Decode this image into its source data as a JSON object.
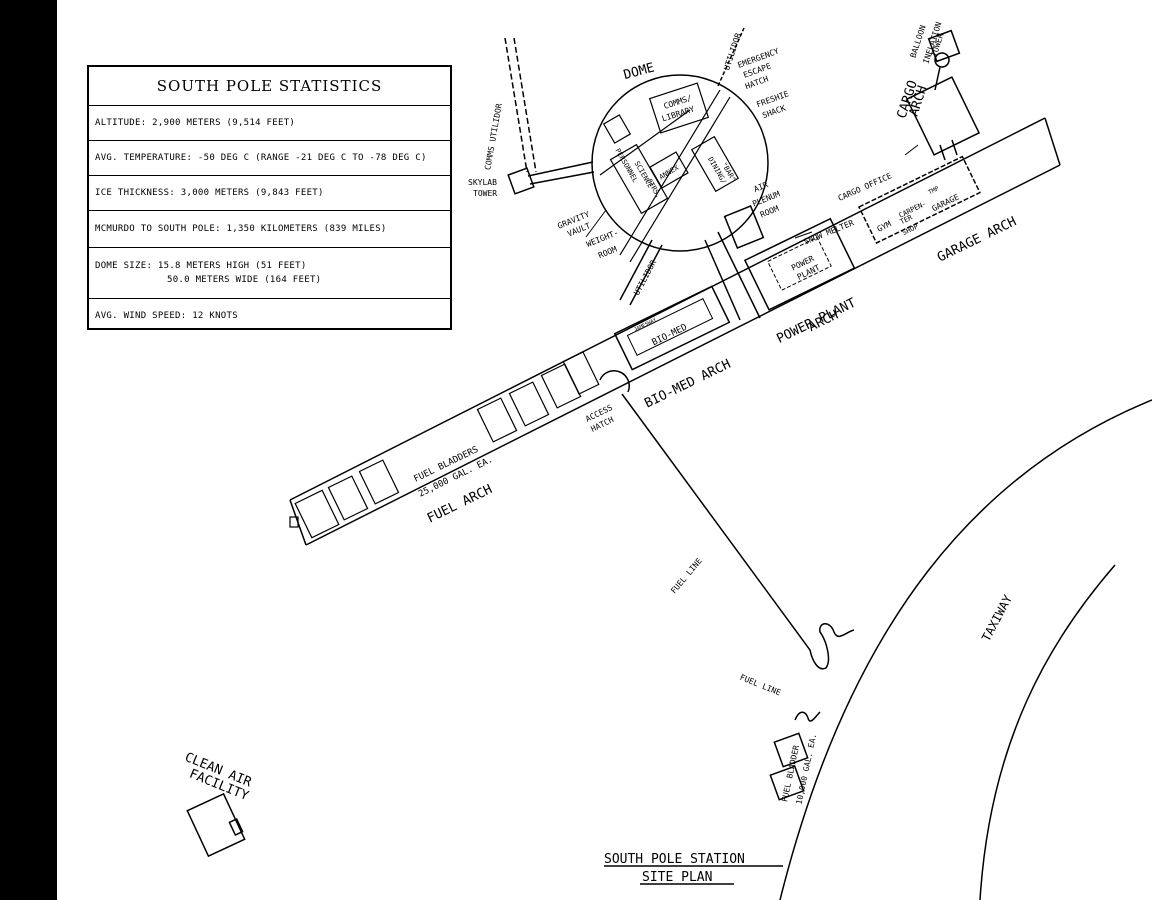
{
  "stats": {
    "title": "SOUTH POLE STATISTICS",
    "rows": [
      {
        "line1": "ALTITUDE:  2,900 METERS (9,514 FEET)",
        "line2": ""
      },
      {
        "line1": "AVG. TEMPERATURE:  -50 DEG C (RANGE -21 DEG C TO -78 DEG C)",
        "line2": ""
      },
      {
        "line1": "ICE THICKNESS:  3,000 METERS (9,843 FEET)",
        "line2": ""
      },
      {
        "line1": "MCMURDO TO SOUTH POLE:  1,350 KILOMETERS (839 MILES)",
        "line2": ""
      },
      {
        "line1": "DOME SIZE:  15.8 METERS HIGH (51 FEET)",
        "line2": "50.0 METERS WIDE (164 FEET)"
      },
      {
        "line1": "AVG. WIND SPEED:  12 KNOTS",
        "line2": ""
      }
    ]
  },
  "labels": {
    "dome": "DOME",
    "comms_library_1": "COMMS/",
    "comms_library_2": "LIBRARY",
    "annex": "ANNEX",
    "science": "SCIENCE",
    "personnel_1": "PERSONNEL",
    "personnel_2": "OTRS.",
    "dining_1": "DINING/",
    "dining_2": "\"BAR\"",
    "utilidor_top": "UTILIDOR",
    "emergency_1": "EMERGENCY",
    "emergency_2": "ESCAPE",
    "emergency_3": "HATCH",
    "freshie_1": "FRESHIE",
    "freshie_2": "SHACK",
    "comms_utilidor": "COMMS UTILIDOR",
    "skylab_1": "SKYLAB",
    "skylab_2": "TOWER",
    "gravity_1": "GRAVITY",
    "gravity_2": "VAULT",
    "weight_1": "WEIGHT-",
    "weight_2": "ROOM",
    "utilidor_bottom": "UTILIDOR",
    "air_plenum_1": "AIR",
    "air_plenum_2": "PLENUM",
    "air_plenum_3": "ROOM",
    "snow_melter": "SNOW MELTER",
    "balloon_1": "BALLOON",
    "balloon_2": "INFLATION",
    "balloon_3": "TOWER",
    "cargo_arch_1": "CARGO",
    "cargo_arch_2": "ARCH",
    "cargo_office": "CARGO OFFICE",
    "gym": "GYM",
    "carpenter_1": "CARPEN-",
    "carpenter_2": "TER",
    "carpenter_3": "SHOP",
    "tmp": "TMP",
    "garage": "GARAGE",
    "garage_arch": "GARAGE ARCH",
    "power_plant_1": "POWER",
    "power_plant_2": "PLANT",
    "power_plant_arch_1": "POWER PLANT",
    "power_plant_arch_2": "ARCH",
    "bio_med": "BIO-MED",
    "bio_med_small": "JAMESWAY",
    "bio_med_arch": "BIO-MED ARCH",
    "access_1": "ACCESS",
    "access_2": "HATCH",
    "fuel_bladders_1": "FUEL BLADDERS",
    "fuel_bladders_2": "25,000 GAL. EA.",
    "fuel_arch": "FUEL ARCH",
    "fuel_line_1": "FUEL LINE",
    "taxiway": "TAXIWAY",
    "fuel_line_2": "FUEL LINE",
    "fuel_bladder_small_1": "FUEL BLADDER",
    "fuel_bladder_small_2": "10,000 GAL. EA.",
    "clean_air_1": "CLEAN AIR",
    "clean_air_2": "FACILITY",
    "site_plan_1": "SOUTH POLE STATION",
    "site_plan_2": "SITE PLAN"
  }
}
